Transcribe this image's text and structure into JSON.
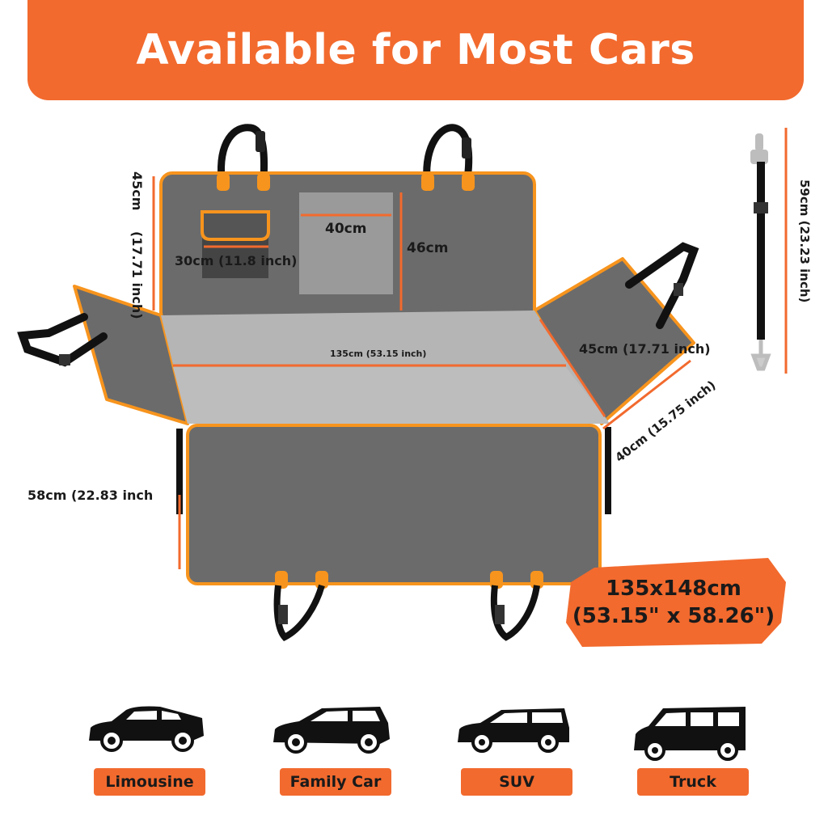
{
  "banner": {
    "title": "Available for Most Cars"
  },
  "dimensions": {
    "backrest_height": "45cm",
    "backrest_height_inch": "(17.71 inch)",
    "pocket_width": "30cm (11.8 inch)",
    "window_width": "40cm",
    "window_height": "46cm",
    "seat_width": "135cm (53.15 inch)",
    "side_flap_length": "45cm  (17.71 inch)",
    "side_flap_depth": "40cm (15.75 inch)",
    "front_flap_height": "58cm (22.83 inch",
    "belt_length": "59cm  (23.23 inch)"
  },
  "total_size": {
    "line1": "135x148cm",
    "line2": "(53.15\" x 58.26\")"
  },
  "cars": [
    {
      "label": "Limousine",
      "icon": "limousine-icon"
    },
    {
      "label": "Family Car",
      "icon": "family-car-icon"
    },
    {
      "label": "SUV",
      "icon": "suv-icon"
    },
    {
      "label": "Truck",
      "icon": "truck-icon"
    }
  ],
  "colors": {
    "accent": "#f26a2e",
    "fabric": "#6b6b6b",
    "seat": "#b5b5b5",
    "strap": "#111111"
  }
}
